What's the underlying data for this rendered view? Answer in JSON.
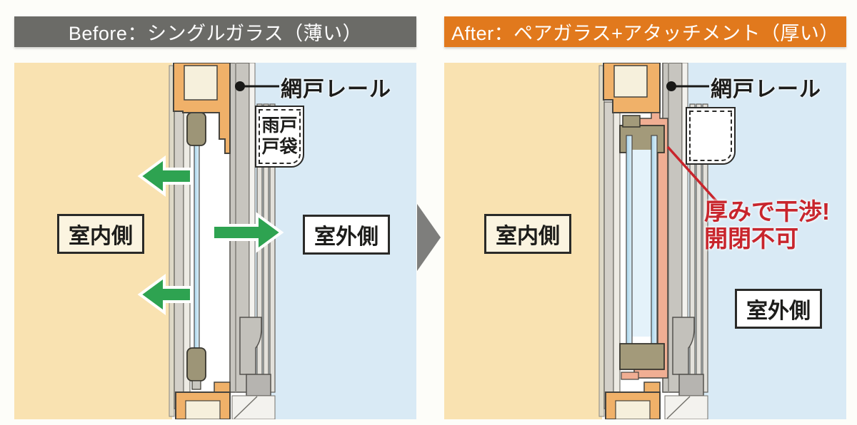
{
  "icons": {
    "transition_arrow": "right-triangle",
    "leader_dot": "filled-circle"
  },
  "colors": {
    "before_header_bg": "#6b6b67",
    "after_header_bg": "#e1791d",
    "indoor_bg": "#f9e2b1",
    "outdoor_bg": "#d9eaf5",
    "wood_frame": "#f0b169",
    "frame_panel_cream": "#f6f0dc",
    "glass_blue": "#aed9ee",
    "glass_holder_olive": "#9d9577",
    "attachment_salmon": "#f0ae93",
    "rail_gray": "#c7c5bf",
    "arrow_green": "#2ea351",
    "warning_red": "#c8252c"
  },
  "before": {
    "header_label": "Before：シングルガラス（薄い）",
    "screen_rail_label": "網戸レール",
    "shutter_pocket": {
      "line1": "雨戸",
      "line2": "戸袋"
    },
    "indoor_label": "室内側",
    "outdoor_label": "室外側"
  },
  "after": {
    "header_label": "After：ペアガラス+アタッチメント（厚い）",
    "screen_rail_label": "網戸レール",
    "indoor_label": "室内側",
    "outdoor_label": "室外側",
    "warning_line1": "厚みで干渉!",
    "warning_line2": "開閉不可"
  }
}
